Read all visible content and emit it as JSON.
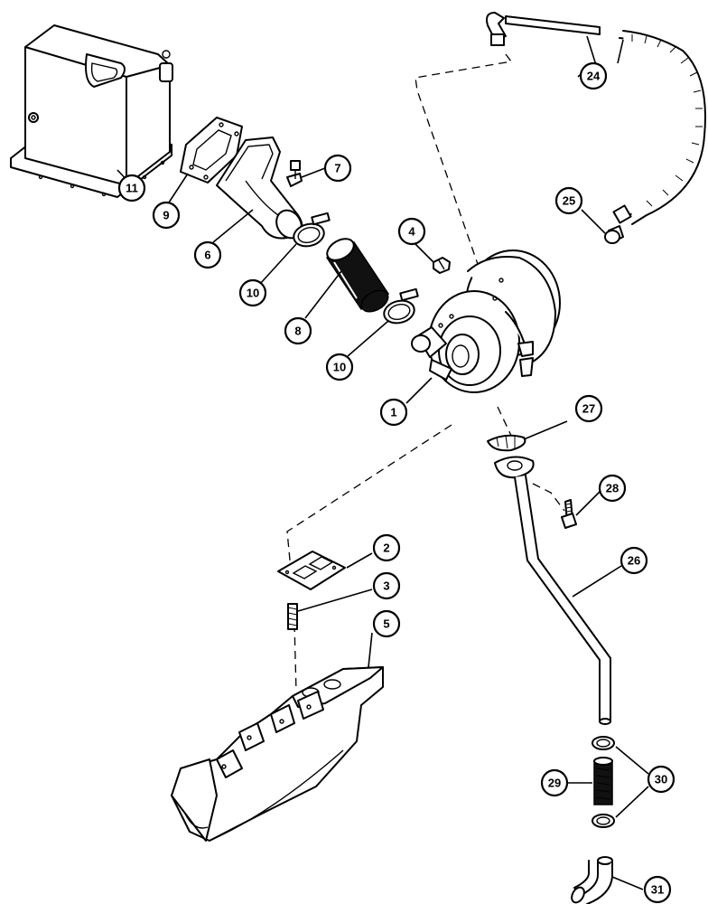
{
  "callouts": [
    {
      "id": "c1",
      "label": "1"
    },
    {
      "id": "c2",
      "label": "2"
    },
    {
      "id": "c3",
      "label": "3"
    },
    {
      "id": "c4",
      "label": "4"
    },
    {
      "id": "c5",
      "label": "5"
    },
    {
      "id": "c6",
      "label": "6"
    },
    {
      "id": "c7",
      "label": "7"
    },
    {
      "id": "c8",
      "label": "8"
    },
    {
      "id": "c9",
      "label": "9"
    },
    {
      "id": "c10a",
      "label": "10"
    },
    {
      "id": "c10b",
      "label": "10"
    },
    {
      "id": "c11",
      "label": "11"
    },
    {
      "id": "c24",
      "label": "24"
    },
    {
      "id": "c25",
      "label": "25"
    },
    {
      "id": "c26",
      "label": "26"
    },
    {
      "id": "c27",
      "label": "27"
    },
    {
      "id": "c28",
      "label": "28"
    },
    {
      "id": "c29",
      "label": "29"
    },
    {
      "id": "c30",
      "label": "30"
    },
    {
      "id": "c31",
      "label": "31"
    }
  ]
}
